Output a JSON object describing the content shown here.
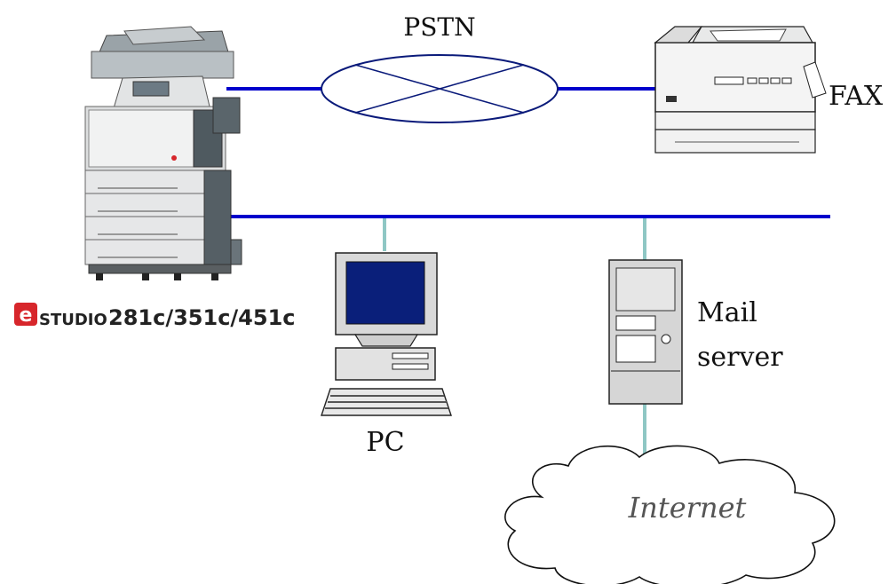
{
  "labels": {
    "pstn": "PSTN",
    "fax": "FAX",
    "pc": "PC",
    "mail_server_line1": "Mail",
    "mail_server_line2": "server",
    "internet": "Internet"
  },
  "brand": {
    "logo_letter": "e",
    "name": "STUDIO",
    "models": "281c/351c/451c"
  },
  "colors": {
    "line_blue": "#0000cc",
    "link_teal": "#8fc7c4",
    "ellipse_stroke": "#0a1a7a",
    "brand_red": "#d7262b",
    "monitor_screen": "#0a1f7a"
  }
}
